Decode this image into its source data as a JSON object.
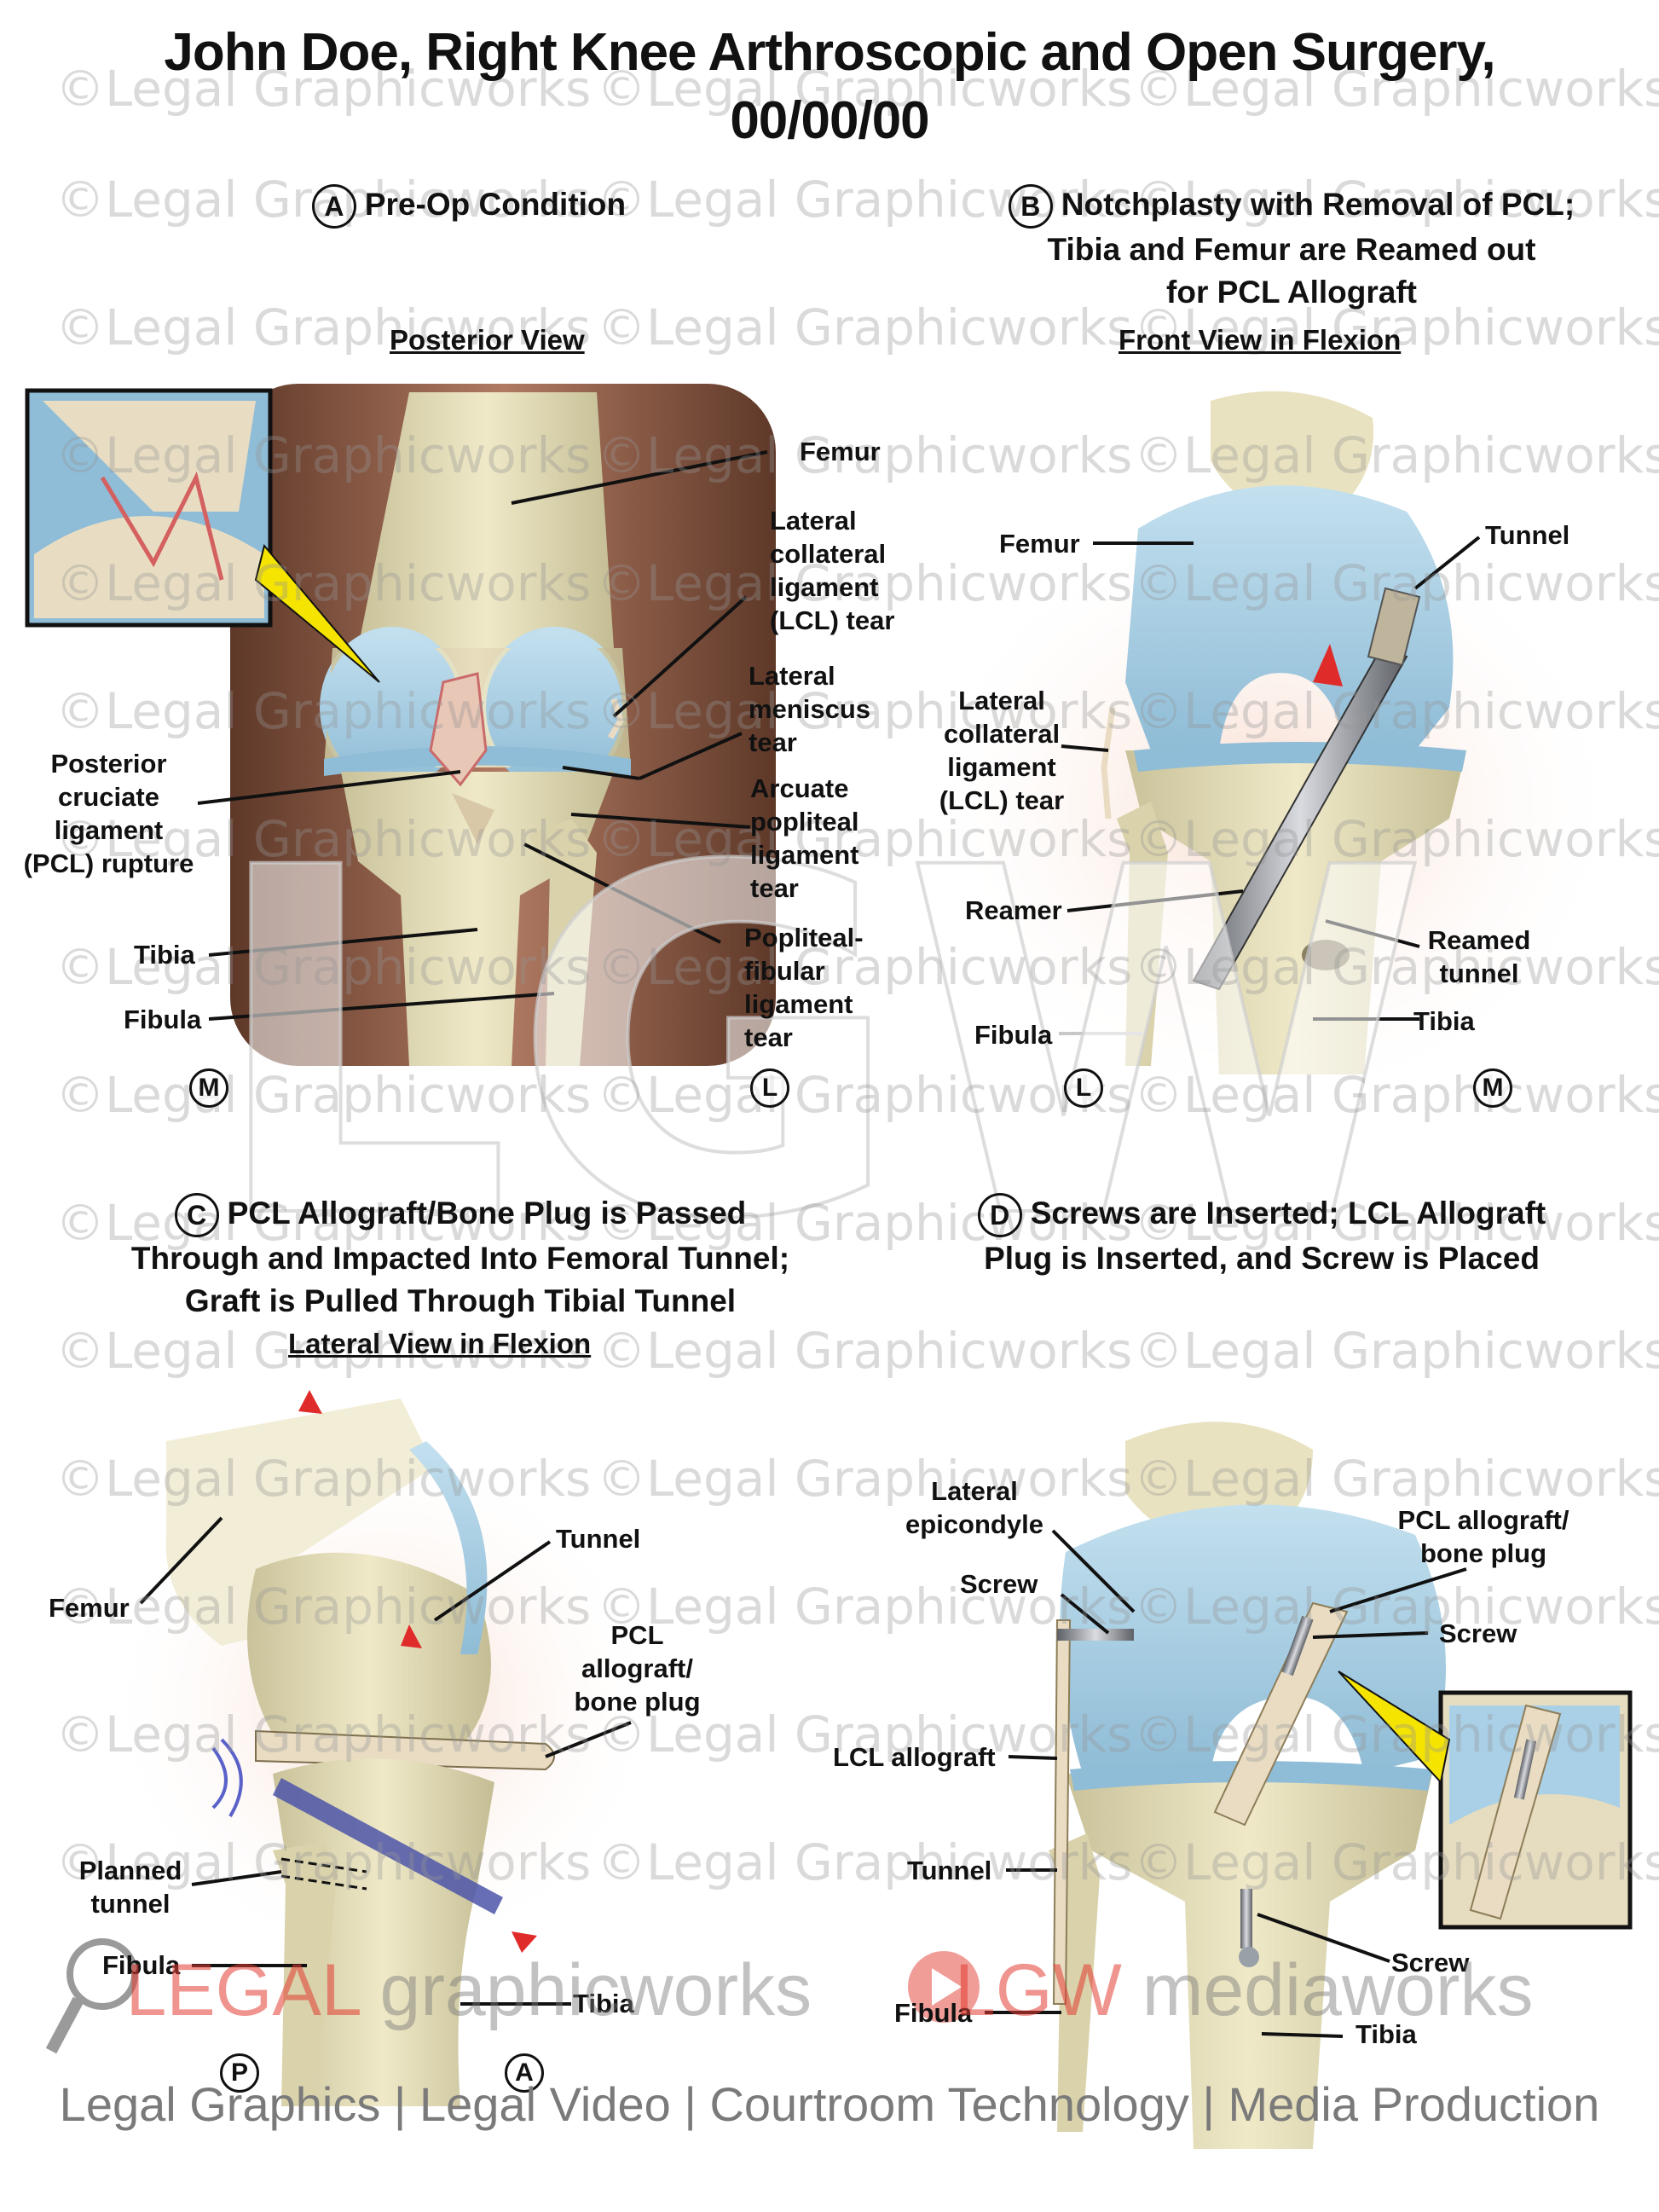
{
  "title": {
    "line1": "John Doe, Right Knee Arthroscopic and Open Surgery,",
    "line2": "00/00/00"
  },
  "panels": {
    "a": {
      "letter": "A",
      "heading": "Pre-Op Condition",
      "view": "Posterior View",
      "orient_left": "M",
      "orient_right": "L",
      "labels": {
        "femur": "Femur",
        "lcl1": "Lateral",
        "lcl2": "collateral",
        "lcl3": "ligament",
        "lcl4": "(LCL) tear",
        "men1": "Lateral",
        "men2": "meniscus",
        "men3": "tear",
        "pcl1": "Posterior",
        "pcl2": "cruciate",
        "pcl3": "ligament",
        "pcl4": "(PCL) rupture",
        "arc1": "Arcuate",
        "arc2": "popliteal",
        "arc3": "ligament",
        "arc4": "tear",
        "pop1": "Popliteal-",
        "pop2": "fibular",
        "pop3": "ligament",
        "pop4": "tear",
        "tibia": "Tibia",
        "fibula": "Fibula"
      }
    },
    "b": {
      "letter": "B",
      "heading1": "Notchplasty with Removal of PCL;",
      "heading2": "Tibia and Femur are Reamed out",
      "heading3": "for PCL Allograft",
      "view": "Front View in Flexion",
      "orient_left": "L",
      "orient_right": "M",
      "labels": {
        "femur": "Femur",
        "tunnel": "Tunnel",
        "lcl1": "Lateral",
        "lcl2": "collateral",
        "lcl3": "ligament",
        "lcl4": "(LCL) tear",
        "reamer": "Reamer",
        "reamed1": "Reamed",
        "reamed2": "tunnel",
        "tibia": "Tibia",
        "fibula": "Fibula"
      }
    },
    "c": {
      "letter": "C",
      "heading1": "PCL Allograft/Bone Plug is Passed",
      "heading2": "Through and Impacted Into Femoral Tunnel;",
      "heading3": "Graft is Pulled Through Tibial Tunnel",
      "view": "Lateral View in Flexion",
      "orient_left": "P",
      "orient_right": "A",
      "labels": {
        "tunnel": "Tunnel",
        "femur": "Femur",
        "pcl1": "PCL",
        "pcl2": "allograft/",
        "pcl3": "bone plug",
        "planned1": "Planned",
        "planned2": "tunnel",
        "fibula": "Fibula",
        "tibia": "Tibia"
      }
    },
    "d": {
      "letter": "D",
      "heading1": "Screws are Inserted; LCL Allograft",
      "heading2": "Plug is Inserted, and Screw is Placed",
      "labels": {
        "epi1": "Lateral",
        "epi2": "epicondyle",
        "pcl1": "PCL allograft/",
        "pcl2": "bone plug",
        "screw1": "Screw",
        "screw2": "Screw",
        "lcl": "LCL allograft",
        "tunnel": "Tunnel",
        "screw3": "Screw",
        "fibula": "Fibula",
        "tibia": "Tibia"
      }
    }
  },
  "watermark_text": "©Legal Graphicworks",
  "overlay_logo": "LGW",
  "footer": {
    "brand_legal": "LEGAL",
    "brand_graphicworks": "graphicworks",
    "brand_lgw": "LGW",
    "brand_mediaworks": "mediaworks",
    "tagline": "Legal Graphics | Legal Video | Courtroom Technology | Media Production"
  },
  "colors": {
    "cartilage": "#a9d0e6",
    "bone": "#e8e2c0",
    "ligament": "#e9dcc3",
    "skin": "#8f5a45",
    "accent_red": "#e02b2b",
    "pointer_yellow": "#f5e400"
  }
}
